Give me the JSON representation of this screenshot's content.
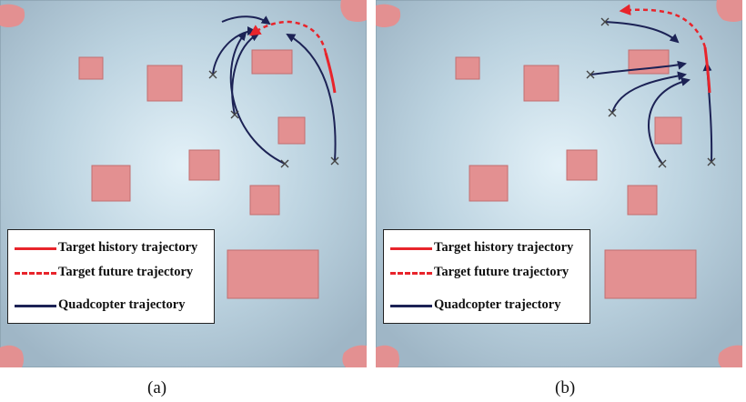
{
  "panels": [
    {
      "id": "a",
      "caption": "(a)",
      "legend": {
        "history": "Target history trajectory",
        "future": "Target future trajectory",
        "quadcopter": "Quadcopter trajectory"
      }
    },
    {
      "id": "b",
      "caption": "(b)",
      "legend": {
        "history": "Target history trajectory",
        "future": "Target future trajectory",
        "quadcopter": "Quadcopter trajectory"
      }
    }
  ],
  "colors": {
    "target": "#e8242b",
    "quadcopter": "#1c2255",
    "obstacle": "#e39091",
    "floor_center": "#dcecf4",
    "floor_edge": "#9fb8c8"
  }
}
